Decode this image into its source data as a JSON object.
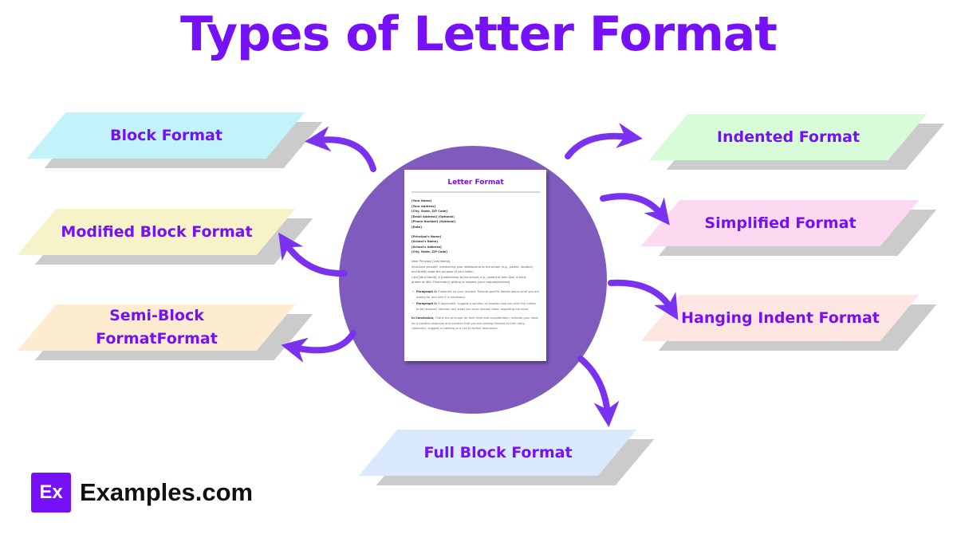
{
  "title": "Types of Letter Format",
  "colors": {
    "accent": "#7510f7",
    "circle": "#7f5bbd",
    "shadow": "#cbcbcb"
  },
  "center_document": {
    "title": "Letter Format",
    "sender_block": [
      "[Your Name]",
      "[Your Address]",
      "[City, State, ZIP Code]",
      "[Email Address] (Optional)",
      "[Phone Number] (Optional)",
      "[Date]"
    ],
    "recipient_block": [
      "[Principal's Name]",
      "[School's Name]",
      "[School's Address]",
      "[City, State, ZIP Code]"
    ],
    "salutation": "Dear Principal [Last Name],",
    "intro_lines": [
      "Introduce yourself, mentioning your relationship to the school (e.g., parent, student)",
      "and briefly state the purpose of your letter.",
      "I am [Your Name], a [relationship to the school, e.g., parent of John Doe, a third-",
      "grader at ABC Elementary] writing to request [your request/interest]."
    ],
    "bullets": [
      {
        "label": "Paragraph 1:",
        "text": "Elaborate on your request. Provide specific details about what you are asking for and why it is necessary."
      },
      {
        "label": "Paragraph 2:",
        "text": "If applicable, suggest a solution or express how you wish the matter to be resolved. Mention any steps you have already taken regarding the issue."
      }
    ],
    "conclusion": {
      "label": "In Conclusion,",
      "text": "Thank the principal for their time and consideration. Indicate your hope for a positive response and mention that you are looking forward to their reply. Optionally, suggest a meeting or a call to further discussion."
    }
  },
  "formats": [
    {
      "id": "block",
      "label": "Block Format",
      "color": "#c2f3fb"
    },
    {
      "id": "modified-block",
      "label": "Modified Block Format",
      "color": "#f7f3c9"
    },
    {
      "id": "semi-block",
      "label": "Semi-Block\nFormatFormat",
      "color": "#fdecd0"
    },
    {
      "id": "indented",
      "label": "Indented Format",
      "color": "#d8fbd8"
    },
    {
      "id": "simplified",
      "label": "Simplified Format",
      "color": "#fdd9f1"
    },
    {
      "id": "hanging-indent",
      "label": "Hanging Indent Format",
      "color": "#fde6e1"
    },
    {
      "id": "full-block",
      "label": "Full Block Format",
      "color": "#dbe9fd"
    }
  ],
  "branding": {
    "logo_mark": "Ex",
    "site_name": "Examples.com"
  }
}
